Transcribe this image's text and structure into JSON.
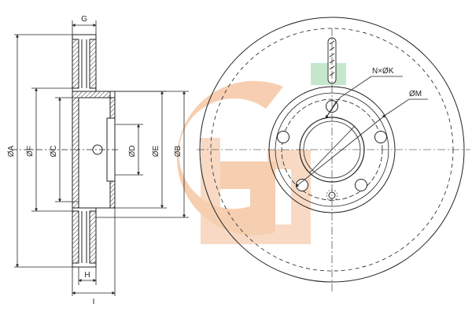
{
  "labels": {
    "A": "ØA",
    "F": "ØF",
    "C": "ØC",
    "D": "ØD",
    "E": "ØE",
    "B": "ØB",
    "G": "G",
    "H": "H",
    "I": "I",
    "NK": "N×ØK",
    "M": "ØM"
  },
  "colors": {
    "line": "#222222",
    "hatch": "#333333",
    "watermark_orange": "#f6c9a8",
    "watermark_green": "#bfe6c8",
    "background": "#ffffff"
  },
  "icons": {
    "watermark": "gg-logo-watermark",
    "hatching": "section-hatch-pattern"
  }
}
